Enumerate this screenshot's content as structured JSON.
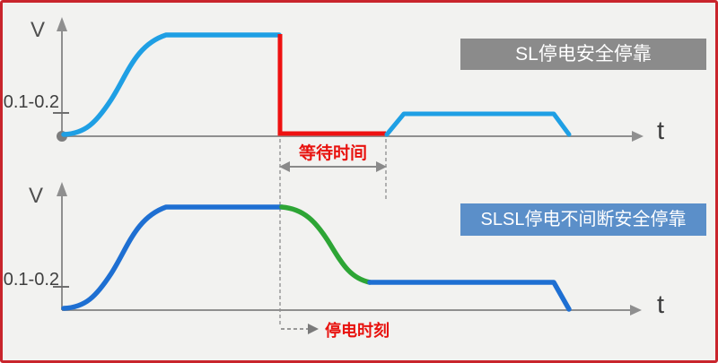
{
  "top_chart": {
    "y_axis_label": "V",
    "y_tick_label": "0.1-0.2",
    "x_axis_label": "t",
    "badge_label": "SL停电安全停靠",
    "annotation": "等待时间"
  },
  "bottom_chart": {
    "y_axis_label": "V",
    "y_tick_label": "0.1-0.2",
    "x_axis_label": "t",
    "badge_label": "SLSL停电不间断安全停靠",
    "annotation": "停电时刻"
  },
  "colors": {
    "frame_border": "#c9252c",
    "background": "#f2f2f0",
    "axis_gray": "#8f8f8f",
    "label_text": "#4a4a4a",
    "top_curve_cyan": "#1f9fe4",
    "power_loss_red": "#ee1111",
    "bottom_curve_blue": "#1e6fd2",
    "rescue_green": "#2da535",
    "badge_top_bg": "#8b8b8b",
    "badge_bottom_bg": "#5b8fc9",
    "annotation_red": "#e8120e",
    "dashed_gray": "#9a9a9a"
  },
  "chart_data": [
    {
      "type": "line",
      "title": "SL停电安全停靠",
      "xlabel": "t",
      "ylabel": "V",
      "y_tick_labels": [
        "0.1-0.2"
      ],
      "grid": false,
      "segments": [
        {
          "color": "#1f9fe4",
          "points_norm": [
            [
              0.0,
              0.0
            ],
            [
              0.05,
              0.02
            ],
            [
              0.1,
              0.35
            ],
            [
              0.14,
              0.75
            ],
            [
              0.18,
              1.0
            ],
            [
              0.38,
              1.0
            ]
          ]
        },
        {
          "color": "#ee1111",
          "points_norm": [
            [
              0.38,
              1.0
            ],
            [
              0.38,
              0.02
            ],
            [
              0.57,
              0.02
            ]
          ]
        },
        {
          "color": "#1f9fe4",
          "points_norm": [
            [
              0.57,
              0.0
            ],
            [
              0.6,
              0.2
            ],
            [
              0.86,
              0.2
            ],
            [
              0.89,
              0.0
            ]
          ]
        }
      ],
      "annotations": [
        {
          "text": "等待时间",
          "type": "range-arrow",
          "x_norm_range": [
            0.38,
            0.57
          ]
        }
      ]
    },
    {
      "type": "line",
      "title": "SLSL停电不间断安全停靠",
      "xlabel": "t",
      "ylabel": "V",
      "y_tick_labels": [
        "0.1-0.2"
      ],
      "grid": false,
      "segments": [
        {
          "color": "#1e6fd2",
          "points_norm": [
            [
              0.0,
              0.0
            ],
            [
              0.05,
              0.02
            ],
            [
              0.1,
              0.35
            ],
            [
              0.14,
              0.75
            ],
            [
              0.18,
              1.0
            ],
            [
              0.38,
              1.0
            ]
          ]
        },
        {
          "color": "#2da535",
          "points_norm": [
            [
              0.38,
              1.0
            ],
            [
              0.44,
              0.75
            ],
            [
              0.48,
              0.45
            ],
            [
              0.54,
              0.22
            ]
          ]
        },
        {
          "color": "#1e6fd2",
          "points_norm": [
            [
              0.54,
              0.22
            ],
            [
              0.86,
              0.22
            ],
            [
              0.89,
              0.0
            ]
          ]
        }
      ],
      "annotations": [
        {
          "text": "停电时刻",
          "type": "moment-arrow",
          "x_norm": 0.38
        }
      ]
    }
  ]
}
